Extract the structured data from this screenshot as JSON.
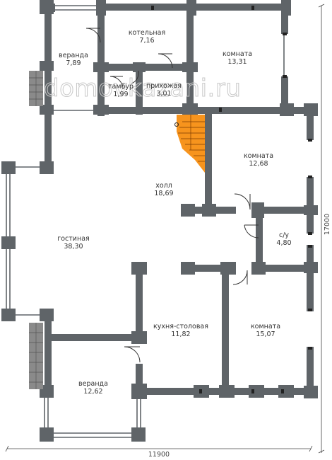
{
  "rooms": [
    {
      "name": "котельная",
      "area": "7,16"
    },
    {
      "name": "веранда",
      "area": "7,89"
    },
    {
      "name": "комната",
      "area": "13,31"
    },
    {
      "name": "тамбур",
      "area": "1,99"
    },
    {
      "name": "прихожая",
      "area": "3,01"
    },
    {
      "name": "комната",
      "area": "12,68"
    },
    {
      "name": "холл",
      "area": "18,69"
    },
    {
      "name": "гостиная",
      "area": "38,30"
    },
    {
      "name": "с/у",
      "area": "4,80"
    },
    {
      "name": "кухня-столовая",
      "area": "11,82"
    },
    {
      "name": "комната",
      "area": "15,07"
    },
    {
      "name": "веранда",
      "area": "12,62"
    }
  ],
  "dimensions": {
    "width": "11900",
    "height": "17000"
  },
  "watermark": "domovkazani.ru",
  "colors": {
    "wall": "#5f6468",
    "stair": "#f7941d",
    "dark_stair": "#777777",
    "window": "#ffffff",
    "dimension_line": "#444444"
  }
}
